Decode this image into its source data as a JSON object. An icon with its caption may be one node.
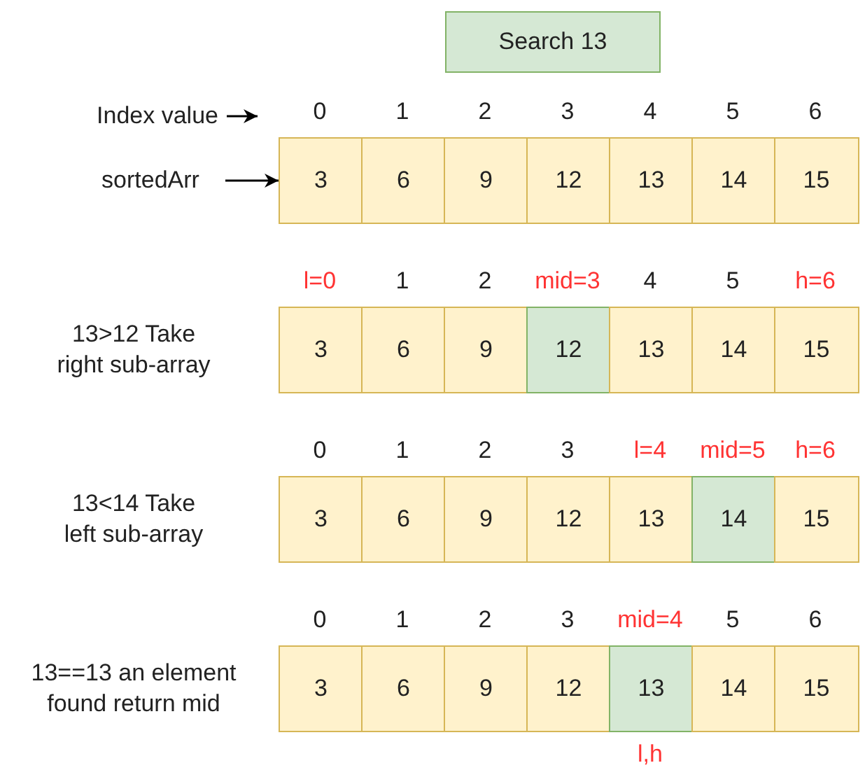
{
  "diagram": {
    "nodes": [
      {
        "text": [
          "Search 13"
        ]
      },
      {
        "text": [
          "Index value"
        ]
      },
      {
        "text": [
          "sortedArr"
        ]
      },
      {
        "text": [
          "3"
        ]
      },
      {
        "text": [
          "6"
        ]
      },
      {
        "text": [
          "9"
        ]
      },
      {
        "text": [
          "12"
        ]
      },
      {
        "text": [
          "13"
        ]
      },
      {
        "text": [
          "14"
        ]
      },
      {
        "text": [
          "15"
        ]
      },
      {
        "text": [
          "3"
        ]
      },
      {
        "text": [
          "6"
        ]
      },
      {
        "text": [
          "9"
        ]
      },
      {
        "text": [
          "12"
        ]
      },
      {
        "text": [
          "13"
        ]
      },
      {
        "text": [
          "14"
        ]
      },
      {
        "text": [
          "15"
        ]
      },
      {
        "text": [
          "3"
        ]
      },
      {
        "text": [
          "6"
        ]
      },
      {
        "text": [
          "9"
        ]
      },
      {
        "text": [
          "12"
        ]
      },
      {
        "text": [
          "13"
        ]
      },
      {
        "text": [
          "14"
        ]
      },
      {
        "text": [
          "15"
        ]
      },
      {
        "text": [
          "3"
        ]
      },
      {
        "text": [
          "6"
        ]
      },
      {
        "text": [
          "9"
        ]
      },
      {
        "text": [
          "12"
        ]
      },
      {
        "text": [
          "13"
        ]
      },
      {
        "text": [
          "14"
        ]
      },
      {
        "text": [
          "15"
        ]
      }
    ],
    "edges": [
      {
        "from": 1,
        "to": null,
        "arrow": "to"
      },
      {
        "from": 2,
        "to": 3,
        "arrow": "to"
      }
    ],
    "labels": [
      "0",
      "1",
      "2",
      "3",
      "4",
      "5",
      "6",
      "l=0",
      "1",
      "2",
      "mid=3",
      "4",
      "5",
      "h=6",
      "13>12 Take right sub-array",
      "0",
      "1",
      "2",
      "3",
      "l=4",
      "mid=5",
      "h=6",
      "13<14 Take left sub-array",
      "0",
      "1",
      "2",
      "3",
      "mid=4",
      "5",
      "6",
      "13==13 an element found return mid",
      "l,h"
    ]
  }
}
